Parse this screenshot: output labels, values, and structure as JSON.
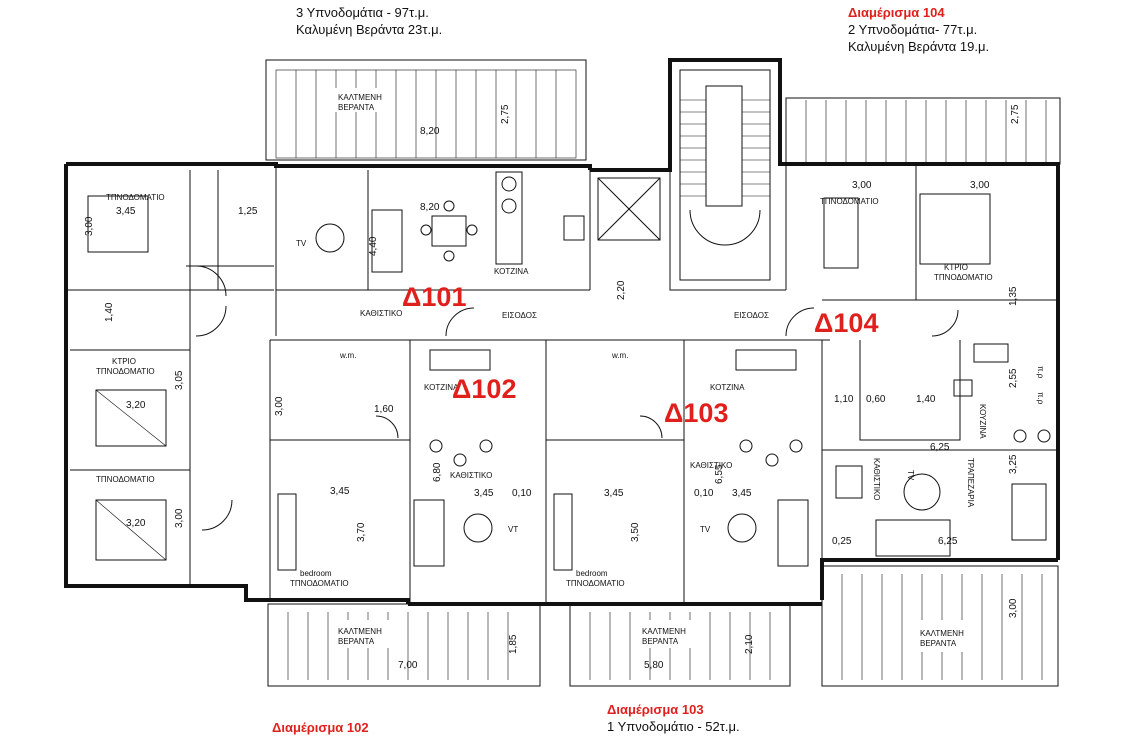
{
  "header": {
    "apt101_rooms": "3 Υπνοδομάτια - 97τ.μ.",
    "apt101_veranda": "Καλυμένη Βεράντα 23τ.μ.",
    "apt104_title": "Διαμέρισμα 104",
    "apt104_rooms": "2 Υπνοδομάτια- 77τ.μ.",
    "apt104_veranda": "Καλυμένη Βεράντα 19.μ."
  },
  "footer": {
    "apt102_title": "Διαμέρισμα 102",
    "apt103_title": "Διαμέρισμα 103",
    "apt103_rooms": "1 Υπνοδομάτιο - 52τ.μ."
  },
  "codes": {
    "d101": "Δ101",
    "d102": "Δ102",
    "d103": "Δ103",
    "d104": "Δ104"
  },
  "rooms": {
    "veranda_top_1": "ΚΑΛΤΜΕΝΗ",
    "veranda_top_2": "ΒΕΡΑΝΤΑ",
    "bedroom": "ΤΠΝΟΔΟΜΑΤΙΟ",
    "tv": "TV",
    "kitchen": "ΚΟΤΖΙΝΑ",
    "living": "ΚΑΘΙΣΤΙΚΟ",
    "entrance": "ΕΙΣΟΔΟΣ",
    "master_1": "ΚΤΡΙΟ",
    "master_2": "ΤΠΝΟΔΟΜΑΤΙΟ",
    "wm": "w.m.",
    "bedroom_en": "bedroom",
    "vt": "VT",
    "tv_rot": "TV",
    "dining": "ΤΡΑΠΕΖΑΡΙΑ",
    "kitchen_rot": "ΚΟΥΖΙΝΑ",
    "living_rot": "ΚΑΘΙΣΤΙΚΟ",
    "pp": "π.ρ"
  },
  "dims": {
    "d_2_75a": "2,75",
    "d_8_20a": "8,20",
    "d_3_45a": "3,45",
    "d_1_25": "1,25",
    "d_3_00a": "3,00",
    "d_8_20b": "8,20",
    "d_4_40": "4,40",
    "d_2_20": "2,20",
    "d_1_40": "1,40",
    "d_3_05": "3,05",
    "d_3_20a": "3,20",
    "d_3_00b": "3,00",
    "d_1_60": "1,60",
    "d_6_80": "6,80",
    "d_3_45b": "3,45",
    "d_0_10a": "0,10",
    "d_3_45c": "3,45",
    "d_3_70": "3,70",
    "d_3_20b": "3,20",
    "d_3_00c": "3,00",
    "d_3_45d": "3,45",
    "d_6_55": "6,55",
    "d_0_10b": "0,10",
    "d_3_45e": "3,45",
    "d_3_50": "3,50",
    "d_1_85": "1,85",
    "d_7_00": "7,00",
    "d_2_10": "2,10",
    "d_5_80": "5,80",
    "d_3_00d": "3,00",
    "d_3_00e": "3,00",
    "d_2_75b": "2,75",
    "d_1_35": "1,35",
    "d_1_10": "1,10",
    "d_0_60": "0,60",
    "d_1_40b": "1,40",
    "d_2_55": "2,55",
    "d_6_25a": "6,25",
    "d_3_25": "3,25",
    "d_0_25": "0,25",
    "d_6_25b": "6,25",
    "d_3_00f": "3,00"
  },
  "colors": {
    "code_red": "#e0201c",
    "line": "#111111",
    "paper": "#ffffff"
  }
}
